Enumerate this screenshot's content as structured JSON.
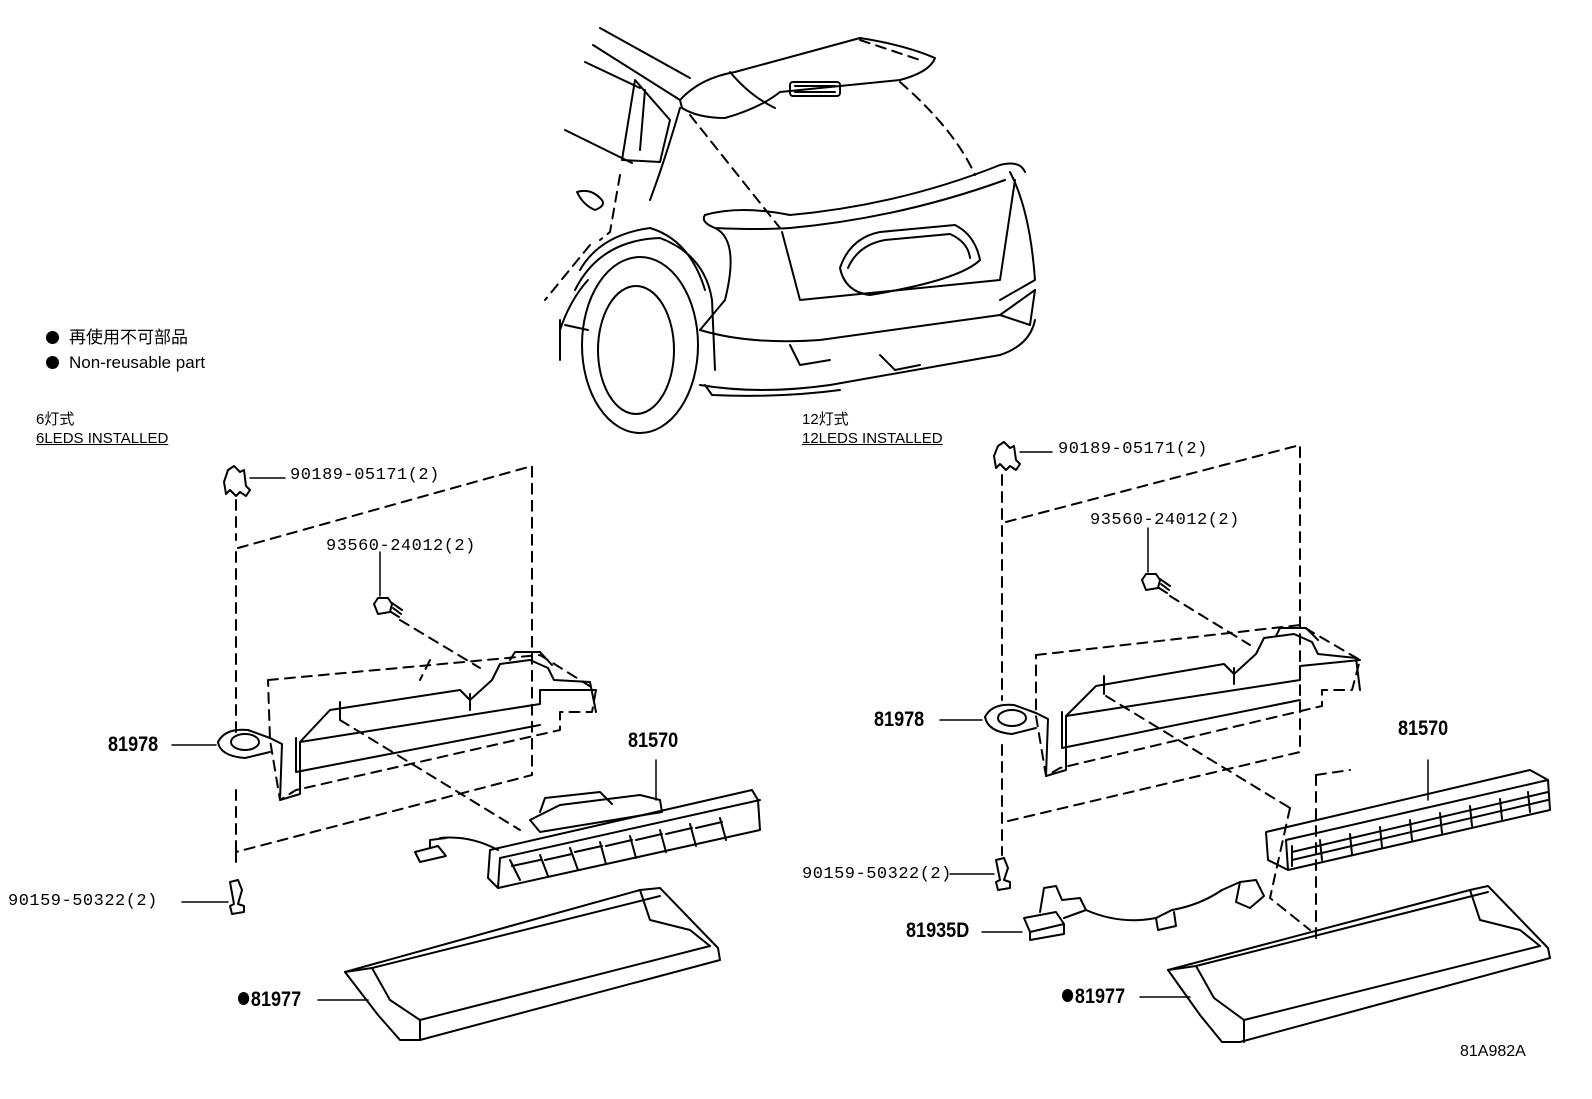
{
  "legend": {
    "items": [
      {
        "text": "再使用不可部品"
      },
      {
        "text": "Non-reusable part"
      }
    ]
  },
  "variants": {
    "left": {
      "title_jp": "6灯式",
      "title_en": "6LEDS INSTALLED"
    },
    "right": {
      "title_jp": "12灯式",
      "title_en": "12LEDS INSTALLED"
    }
  },
  "parts": {
    "left": {
      "clip": "90189-05171(2)",
      "screw_top": "93560-24012(2)",
      "bracket": "81978",
      "lamp": "81570",
      "screw_bottom": "90159-50322(2)",
      "cover": "81977"
    },
    "right": {
      "clip": "90189-05171(2)",
      "screw_top": "93560-24012(2)",
      "bracket": "81978",
      "lamp": "81570",
      "screw_bottom": "90159-50322(2)",
      "wire": "81935D",
      "cover": "81977"
    }
  },
  "diagram_code": "81A982A"
}
